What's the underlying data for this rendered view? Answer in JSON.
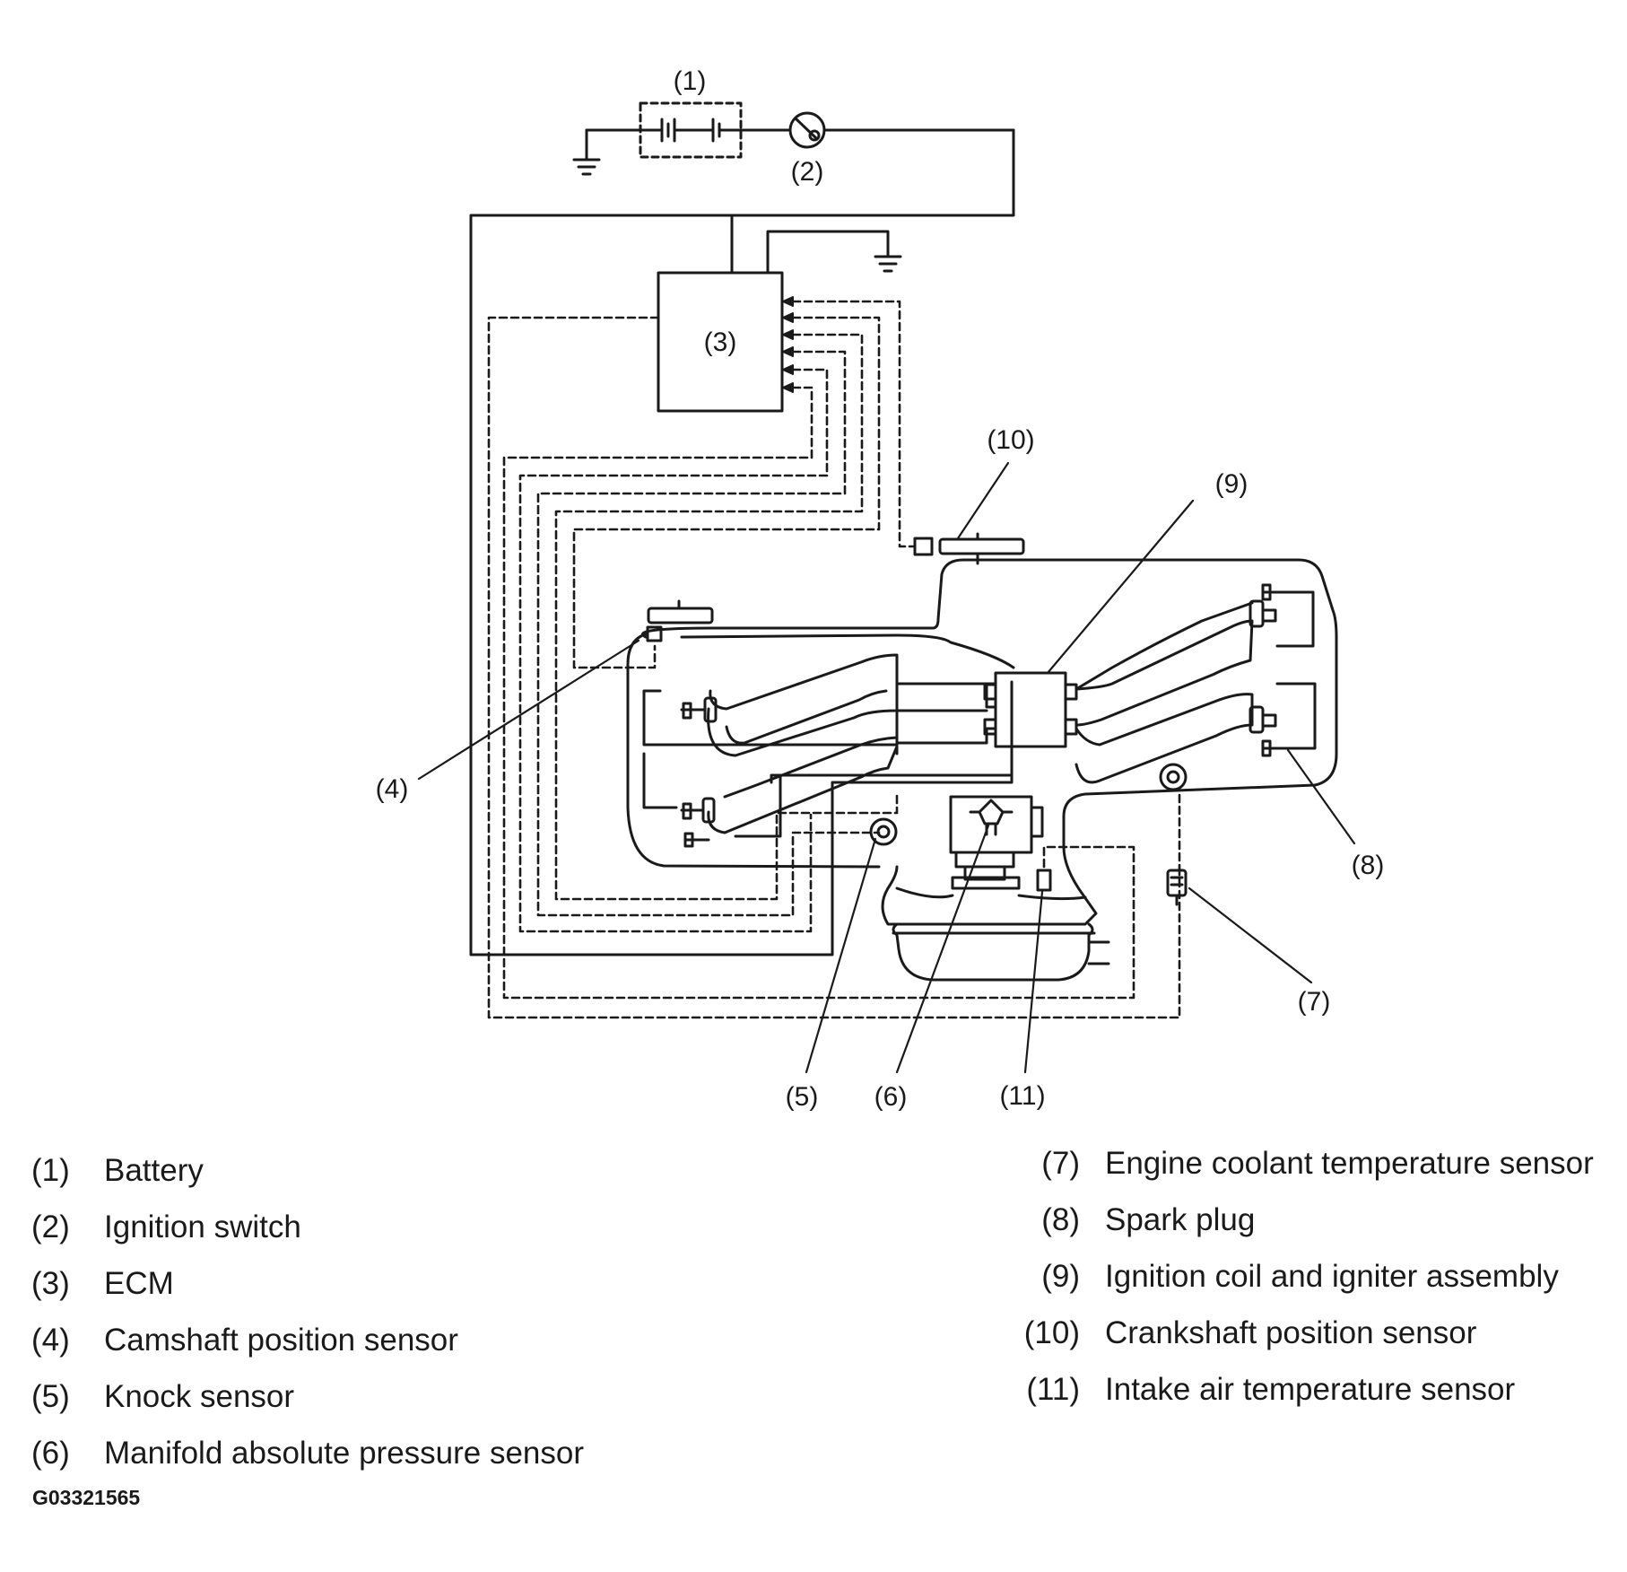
{
  "callouts": [
    "(1)",
    "(2)",
    "(3)",
    "(4)",
    "(5)",
    "(6)",
    "(7)",
    "(8)",
    "(9)",
    "(10)",
    "(11)"
  ],
  "legend": [
    {
      "num": "(1)",
      "label": "Battery"
    },
    {
      "num": "(2)",
      "label": "Ignition switch"
    },
    {
      "num": "(3)",
      "label": "ECM"
    },
    {
      "num": "(4)",
      "label": "Camshaft position sensor"
    },
    {
      "num": "(5)",
      "label": "Knock sensor"
    },
    {
      "num": "(6)",
      "label": "Manifold absolute pressure sensor"
    },
    {
      "num": "(7)",
      "label": "Engine coolant temperature sensor"
    },
    {
      "num": "(8)",
      "label": "Spark plug"
    },
    {
      "num": "(9)",
      "label": "Ignition coil and igniter assembly"
    },
    {
      "num": "(10)",
      "label": "Crankshaft position sensor"
    },
    {
      "num": "(11)",
      "label": "Intake air temperature sensor"
    }
  ],
  "figure_code": "G03321565"
}
